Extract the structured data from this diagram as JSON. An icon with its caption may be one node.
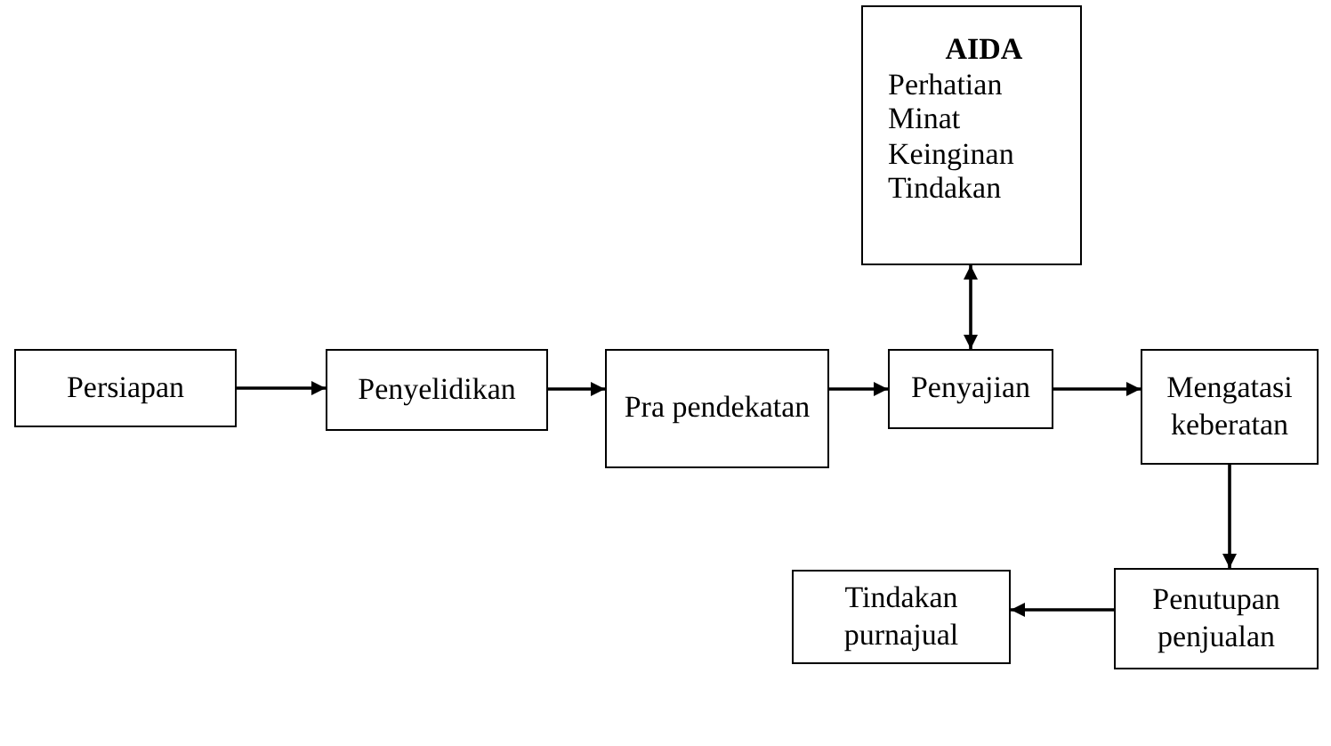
{
  "diagram": {
    "nodes": [
      {
        "text": [
          "AIDA",
          "Perhatian",
          "Minat",
          "Keinginan",
          "Tindakan"
        ]
      },
      {
        "text": [
          "Persiapan"
        ]
      },
      {
        "text": [
          "Penyelidikan"
        ]
      },
      {
        "text": [
          "Pra pendekatan"
        ]
      },
      {
        "text": [
          "Penyajian"
        ]
      },
      {
        "text": [
          "Mengatasi keberatan"
        ]
      },
      {
        "text": [
          "Penutupan penjualan"
        ]
      },
      {
        "text": [
          "Tindakan purnajual"
        ]
      }
    ],
    "edges": [
      {
        "from": 1,
        "to": 2,
        "arrow": "to"
      },
      {
        "from": 2,
        "to": 3,
        "arrow": "to"
      },
      {
        "from": 3,
        "to": 4,
        "arrow": "to"
      },
      {
        "from": 4,
        "to": 5,
        "arrow": "to"
      },
      {
        "from": 4,
        "to": 0,
        "arrow": "both"
      },
      {
        "from": 5,
        "to": 6,
        "arrow": "to"
      },
      {
        "from": 6,
        "to": 7,
        "arrow": "to"
      }
    ]
  }
}
